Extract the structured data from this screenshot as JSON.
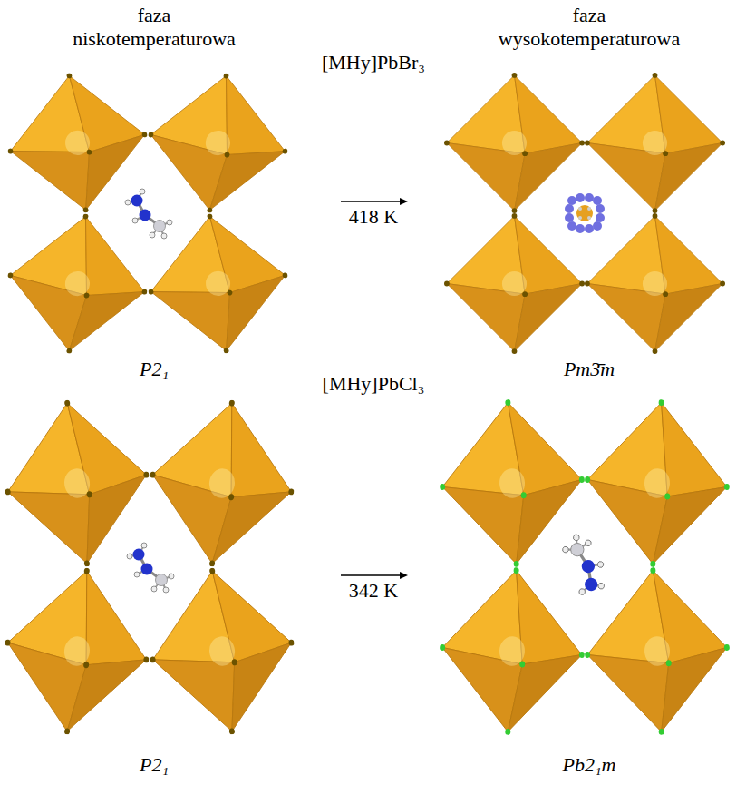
{
  "diagram": {
    "labels": [
      "faza niskotemperaturowa",
      "faza wysokotemperaturowa",
      "[MHy]PbBr₃",
      "418 K",
      "P2₁",
      "Pm3̄m",
      "[MHy]PbCl₃",
      "342 K",
      "P2₁",
      "Pb2₁m"
    ]
  }
}
